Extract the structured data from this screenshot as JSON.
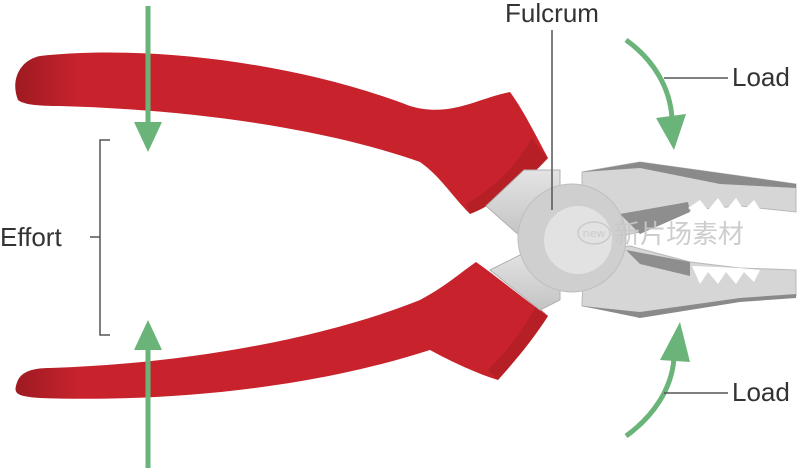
{
  "labels": {
    "fulcrum": "Fulcrum",
    "effort": "Effort",
    "load_top": "Load",
    "load_bottom": "Load"
  },
  "watermark": {
    "badge": "new",
    "text": "新片场素材"
  },
  "colors": {
    "handle": "#c8232c",
    "handle_dark": "#9e1a22",
    "metal": "#d4d4d4",
    "metal_dark": "#8a8a8a",
    "arrow": "#6ab47a",
    "line": "#555555"
  }
}
